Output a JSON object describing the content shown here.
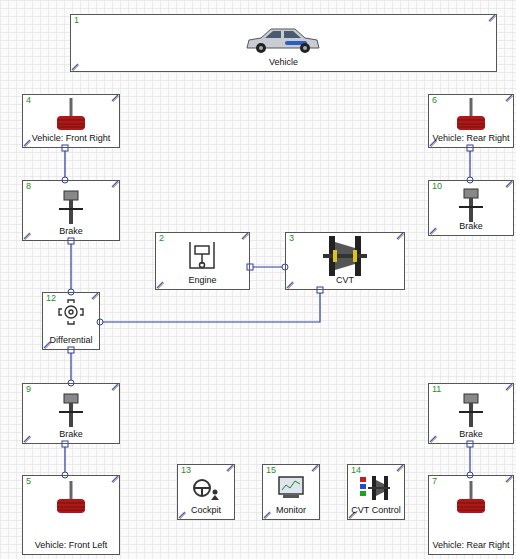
{
  "diagram": {
    "nodes": [
      {
        "text": [
          "1",
          "Vehicle"
        ]
      },
      {
        "text": [
          "4",
          "Vehicle: Front Right"
        ]
      },
      {
        "text": [
          "6",
          "Vehicle: Rear Right"
        ]
      },
      {
        "text": [
          "8",
          "Brake"
        ]
      },
      {
        "text": [
          "10",
          "Brake"
        ]
      },
      {
        "text": [
          "2",
          "Engine"
        ]
      },
      {
        "text": [
          "3",
          "CVT"
        ]
      },
      {
        "text": [
          "12",
          "Differential"
        ]
      },
      {
        "text": [
          "9",
          "Brake"
        ]
      },
      {
        "text": [
          "11",
          "Brake"
        ]
      },
      {
        "text": [
          "5",
          "Vehicle: Front Left"
        ]
      },
      {
        "text": [
          "13",
          "Cockpit"
        ]
      },
      {
        "text": [
          "15",
          "Monitor"
        ]
      },
      {
        "text": [
          "14",
          "CVT Control"
        ]
      },
      {
        "text": [
          "7",
          "Vehicle: Rear Right"
        ]
      }
    ],
    "edges": [
      {
        "from": 1,
        "to": 3,
        "arrow": "none"
      },
      {
        "from": 3,
        "to": 7,
        "arrow": "none"
      },
      {
        "from": 5,
        "to": 6,
        "arrow": "none"
      },
      {
        "from": 6,
        "to": 7,
        "arrow": "none"
      },
      {
        "from": 7,
        "to": 8,
        "arrow": "none"
      },
      {
        "from": 8,
        "to": 10,
        "arrow": "none"
      },
      {
        "from": 2,
        "to": 4,
        "arrow": "none"
      },
      {
        "from": 9,
        "to": 14,
        "arrow": "none"
      }
    ]
  }
}
